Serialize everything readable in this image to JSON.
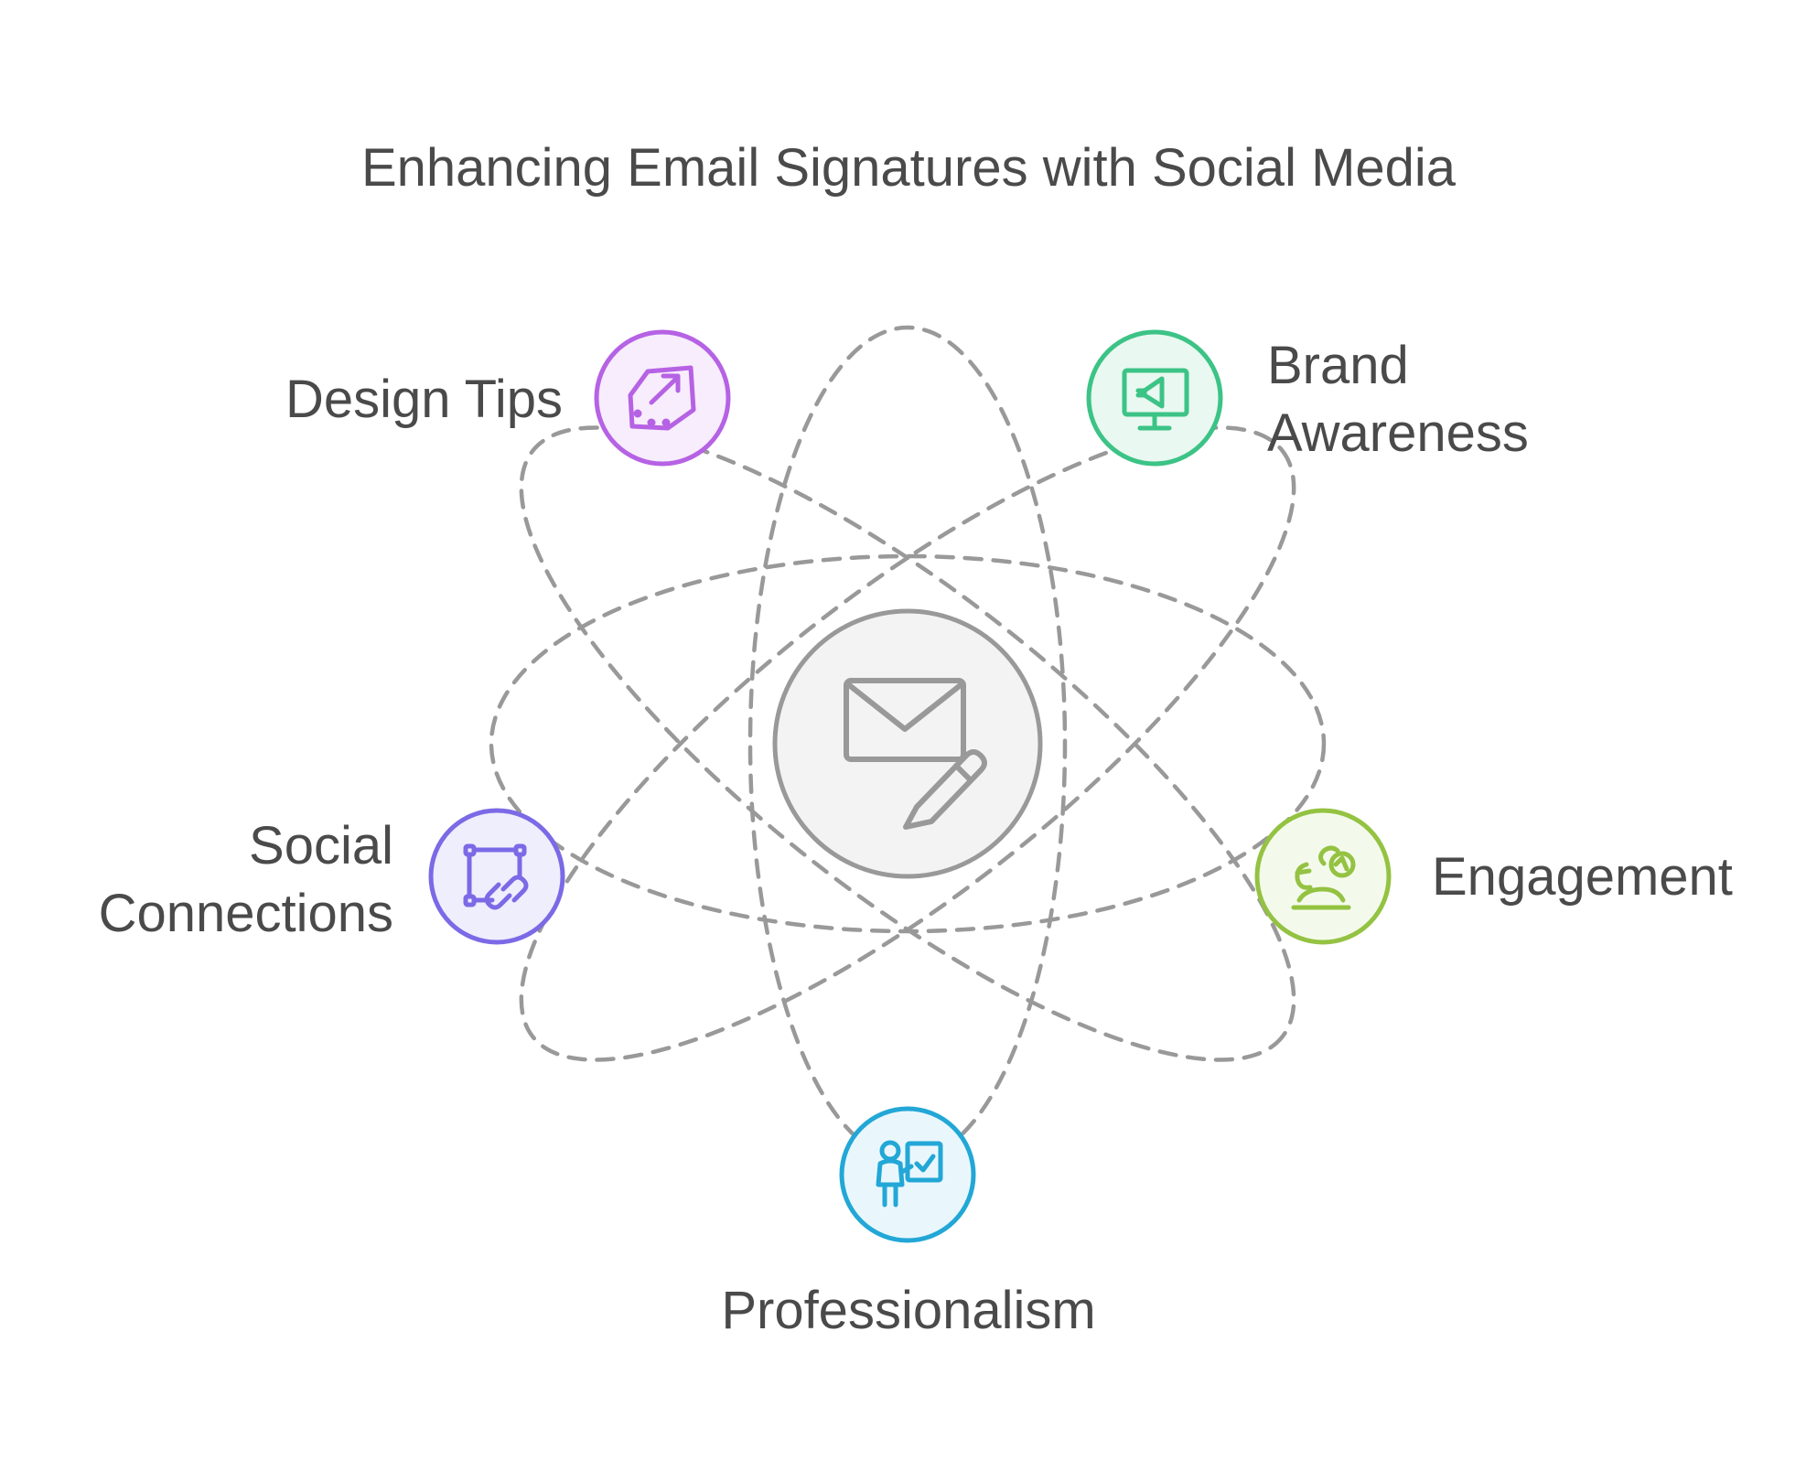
{
  "diagram": {
    "title": "Enhancing Email Signatures with Social Media",
    "center": {
      "icon": "envelope-pencil-icon",
      "fill_color": "#f3f3f3",
      "stroke_color": "#999999"
    },
    "nodes": [
      {
        "id": "design-tips",
        "lines": [
          "Design Tips"
        ],
        "icon": "tag-arrow-icon",
        "color": "#b662e4",
        "fill_color": "#f7edfc"
      },
      {
        "id": "brand-awareness",
        "lines": [
          "Brand",
          "Awareness"
        ],
        "icon": "monitor-megaphone-icon",
        "color": "#3cc386",
        "fill_color": "#e9f8f0"
      },
      {
        "id": "social-connections",
        "lines": [
          "Social",
          "Connections"
        ],
        "icon": "linked-square-icon",
        "color": "#7b6ae6",
        "fill_color": "#efeefd"
      },
      {
        "id": "engagement",
        "lines": [
          "Engagement"
        ],
        "icon": "people-talking-icon",
        "color": "#94c242",
        "fill_color": "#f4faeb"
      },
      {
        "id": "professionalism",
        "lines": [
          "Professionalism"
        ],
        "icon": "presenter-board-icon",
        "color": "#22a7d6",
        "fill_color": "#e9f7fd"
      }
    ],
    "orbit_color": "#999999"
  }
}
